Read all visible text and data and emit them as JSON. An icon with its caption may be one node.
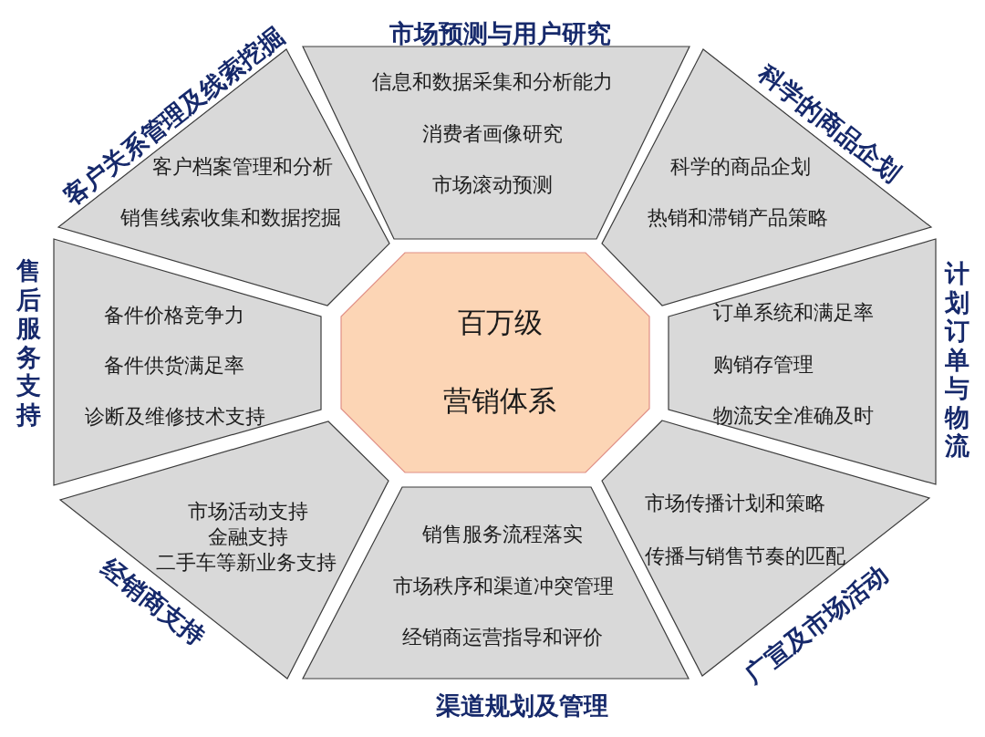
{
  "diagram": {
    "nodes": [
      {
        "text": [
          "客户关系管理及线索挖掘",
          "客户档案管理和分析",
          "销售线索收集和数据挖掘"
        ]
      },
      {
        "text": [
          "市场预测与用户研究",
          "信息和数据采集和分析能力",
          "消费者画像研究",
          "市场滚动预测"
        ]
      },
      {
        "text": [
          "科学的商品企划",
          "科学的商品企划",
          "热销和滞销产品策略"
        ]
      },
      {
        "text": [
          "售后服务支持",
          "备件价格竞争力",
          "备件供货满足率",
          "诊断及维修技术支持"
        ]
      },
      {
        "text": [
          "百万级",
          "营销体系"
        ]
      },
      {
        "text": [
          "计划订单与物流",
          "订单系统和满足率",
          "购销存管理",
          "物流安全准确及时"
        ]
      },
      {
        "text": [
          "市场活动支持",
          "金融支持",
          "二手车等新业务支持",
          "经销商支持"
        ]
      },
      {
        "text": [
          "销售服务流程落实",
          "市场秩序和渠道冲突管理",
          "经销商运营指导和评价",
          "渠道规划及管理"
        ]
      },
      {
        "text": [
          "市场传播计划和策略",
          "传播与销售节奏的匹配",
          "广宣及市场活动"
        ]
      }
    ]
  }
}
